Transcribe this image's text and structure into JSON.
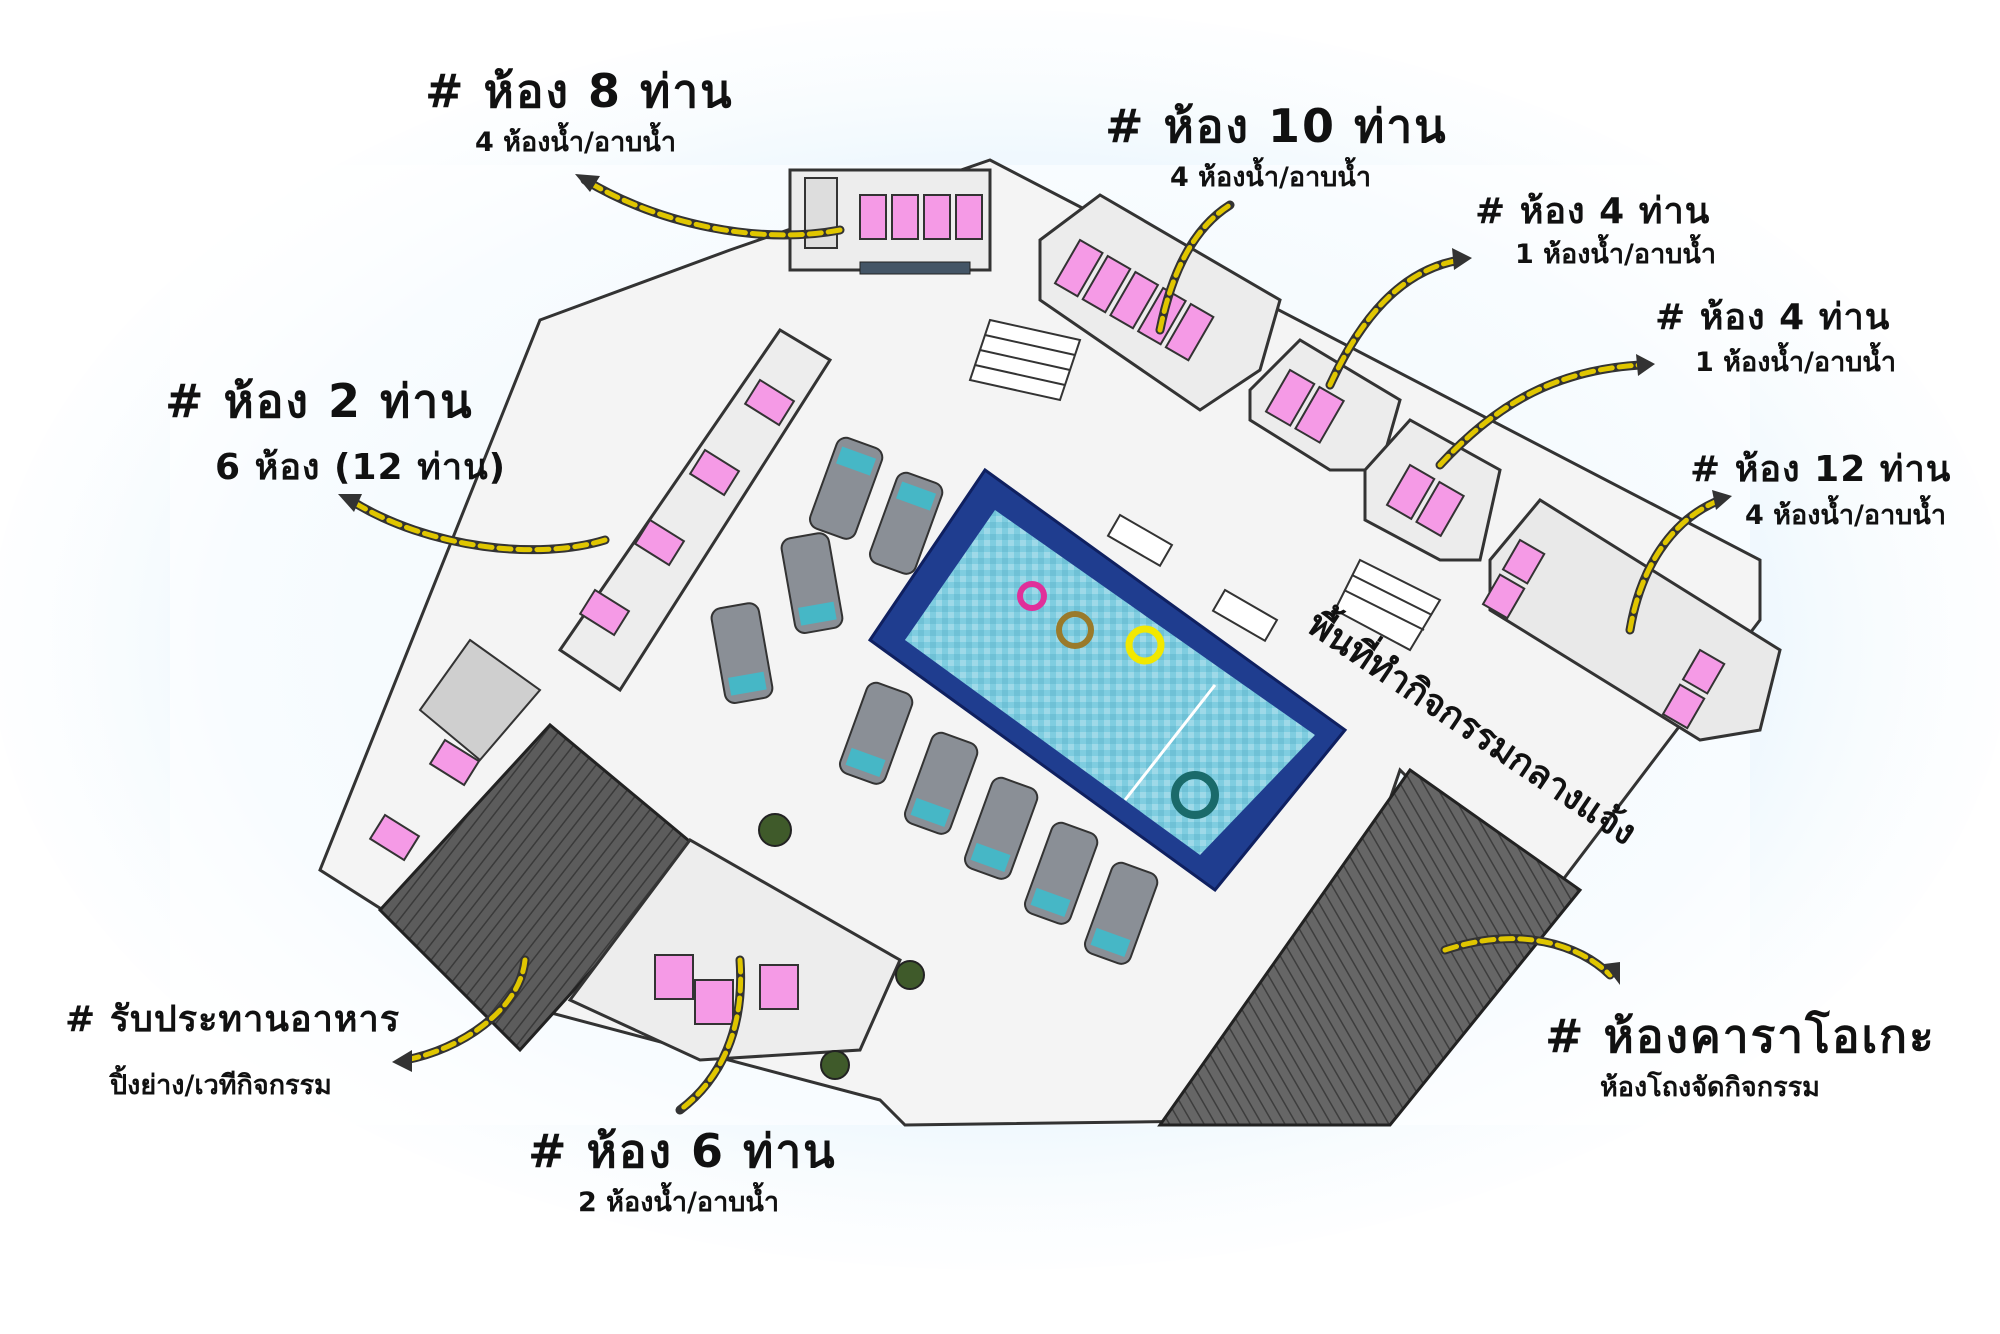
{
  "labels": {
    "room8": {
      "title": "# ห้อง 8 ท่าน",
      "sub": "4 ห้องน้ำ/อาบน้ำ"
    },
    "room10": {
      "title": "# ห้อง 10 ท่าน",
      "sub": "4 ห้องน้ำ/อาบน้ำ"
    },
    "room4a": {
      "title": "# ห้อง 4 ท่าน",
      "sub": "1 ห้องน้ำ/อาบน้ำ"
    },
    "room4b": {
      "title": "# ห้อง 4 ท่าน",
      "sub": "1 ห้องน้ำ/อาบน้ำ"
    },
    "room12": {
      "title": "# ห้อง 12 ท่าน",
      "sub": "4 ห้องน้ำ/อาบน้ำ"
    },
    "room2": {
      "title": "# ห้อง 2 ท่าน",
      "sub": "6 ห้อง (12 ท่าน)"
    },
    "dining": {
      "title": "# รับประทานอาหาร",
      "sub": "ปิ้งย่าง/เวทีกิจกรรม"
    },
    "room6": {
      "title": "# ห้อง 6 ท่าน",
      "sub": "2 ห้องน้ำ/อาบน้ำ"
    },
    "karaoke": {
      "title": "# ห้องคาราโอเกะ",
      "sub": "ห้องโถงจัดกิจกรรม"
    },
    "outdoor": "พื้นที่ทำกิจกรรมกลางแจ้ง"
  },
  "colors": {
    "bed": "#f59ae6",
    "pool": "#74c6db",
    "pool_border": "#1f3d8f",
    "arrow": "#e0c600",
    "roof": "#5a5a5a",
    "car": "#8a8f96"
  },
  "icons": [
    "bed-icon",
    "car-icon",
    "pool-float-icon",
    "tree-icon",
    "table-icon",
    "stairs-icon"
  ]
}
